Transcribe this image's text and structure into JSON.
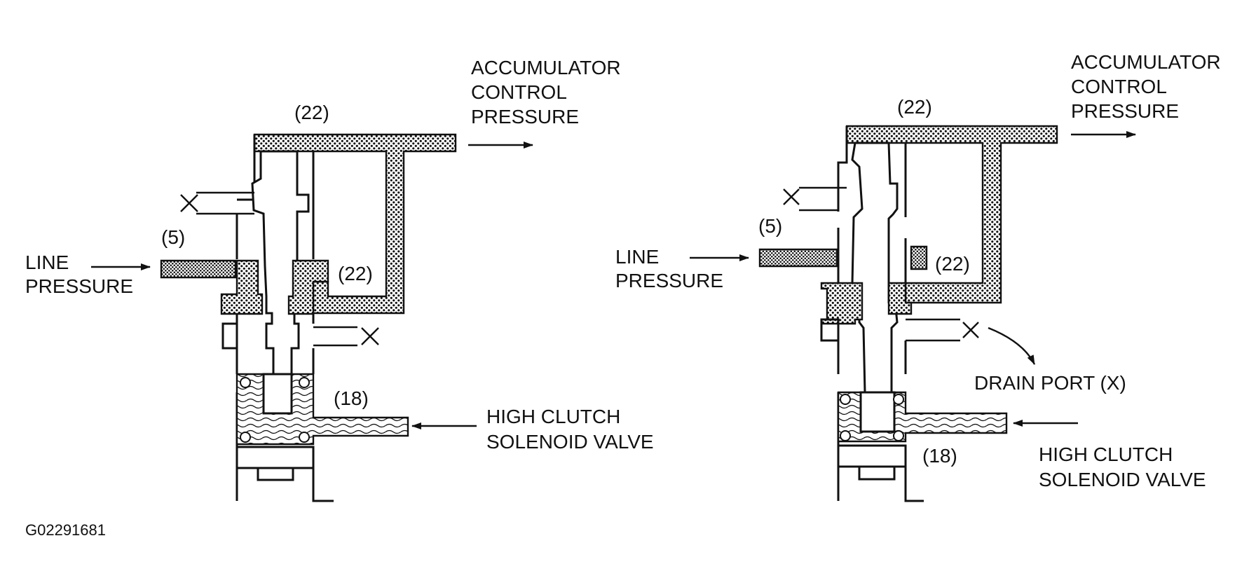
{
  "figure_id": "G02291681",
  "left": {
    "accumulator": [
      "ACCUMULATOR",
      "CONTROL",
      "PRESSURE"
    ],
    "line_pressure": [
      "LINE",
      "PRESSURE"
    ],
    "solenoid": [
      "HIGH CLUTCH",
      "SOLENOID VALVE"
    ],
    "port_22_top": "(22)",
    "port_22_mid": "(22)",
    "port_5": "(5)",
    "port_18": "(18)"
  },
  "right": {
    "accumulator": [
      "ACCUMULATOR",
      "CONTROL",
      "PRESSURE"
    ],
    "line_pressure": [
      "LINE",
      "PRESSURE"
    ],
    "solenoid": [
      "HIGH CLUTCH",
      "SOLENOID VALVE"
    ],
    "drain_port": "DRAIN PORT (X)",
    "port_22_top": "(22)",
    "port_22_mid": "(22)",
    "port_5": "(5)",
    "port_18": "(18)"
  }
}
